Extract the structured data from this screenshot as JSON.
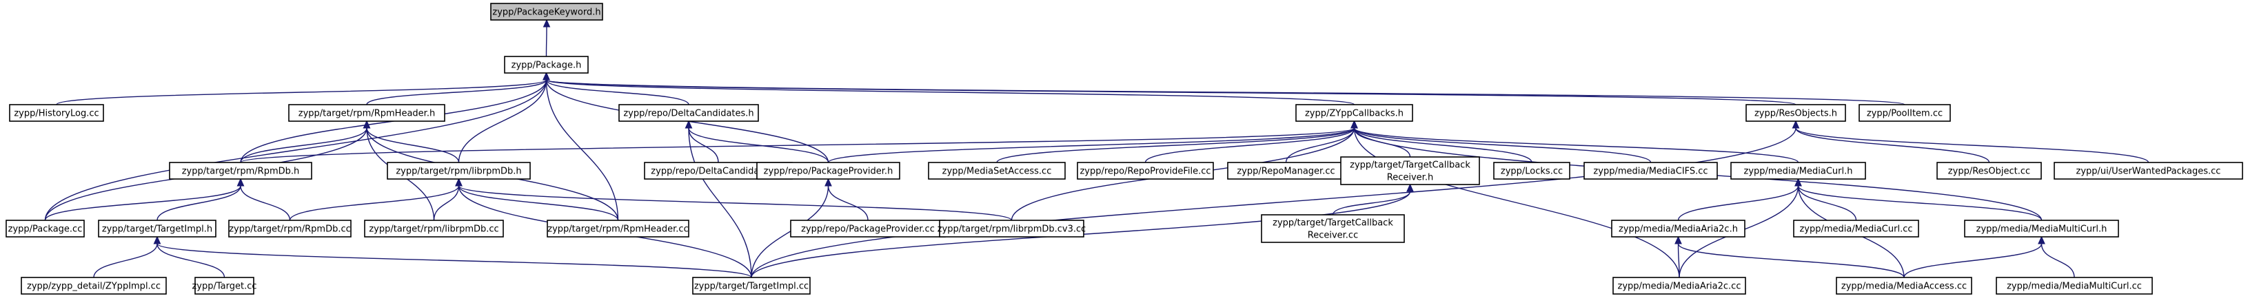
{
  "graph": {
    "nodes": [
      {
        "id": "pkgkw",
        "label": "zypp/PackageKeyword.h",
        "root": true
      },
      {
        "id": "package_h",
        "label": "zypp/Package.h"
      },
      {
        "id": "historylog",
        "label": "zypp/HistoryLog.cc"
      },
      {
        "id": "rpmheader_h",
        "label": "zypp/target/rpm/RpmHeader.h"
      },
      {
        "id": "deltacand_h",
        "label": "zypp/repo/DeltaCandidates.h"
      },
      {
        "id": "zyppcb_h",
        "label": "zypp/ZYppCallbacks.h"
      },
      {
        "id": "resobjects_h",
        "label": "zypp/ResObjects.h"
      },
      {
        "id": "poolitem",
        "label": "zypp/PoolItem.cc"
      },
      {
        "id": "rpmdb_h",
        "label": "zypp/target/rpm/RpmDb.h"
      },
      {
        "id": "librpmdb_h",
        "label": "zypp/target/rpm/librpmDb.h"
      },
      {
        "id": "deltacand_cc",
        "label": "zypp/repo/DeltaCandidates.cc"
      },
      {
        "id": "pkgprovider_h",
        "label": "zypp/repo/PackageProvider.h"
      },
      {
        "id": "mediasetaccess",
        "label": "zypp/MediaSetAccess.cc"
      },
      {
        "id": "repoprovidefile",
        "label": "zypp/repo/RepoProvideFile.cc"
      },
      {
        "id": "repomanager",
        "label": "zypp/RepoManager.cc"
      },
      {
        "id": "targetcb_h",
        "label": [
          "zypp/target/TargetCallback",
          "Receiver.h"
        ]
      },
      {
        "id": "locks",
        "label": "zypp/Locks.cc"
      },
      {
        "id": "mediacifs",
        "label": "zypp/media/MediaCIFS.cc"
      },
      {
        "id": "mediacurl_h",
        "label": "zypp/media/MediaCurl.h"
      },
      {
        "id": "resobject_cc",
        "label": "zypp/ResObject.cc"
      },
      {
        "id": "uwp",
        "label": "zypp/ui/UserWantedPackages.cc"
      },
      {
        "id": "package_cc",
        "label": "zypp/Package.cc"
      },
      {
        "id": "targetimpl_h",
        "label": "zypp/target/TargetImpl.h"
      },
      {
        "id": "rpmdb_cc",
        "label": "zypp/target/rpm/RpmDb.cc"
      },
      {
        "id": "librpmdb_cc",
        "label": "zypp/target/rpm/librpmDb.cc"
      },
      {
        "id": "rpmheader_cc",
        "label": "zypp/target/rpm/RpmHeader.cc"
      },
      {
        "id": "pkgprovider_cc",
        "label": "zypp/repo/PackageProvider.cc"
      },
      {
        "id": "librpmdbcv3",
        "label": "zypp/target/rpm/librpmDb.cv3.cc"
      },
      {
        "id": "targetcb_cc",
        "label": [
          "zypp/target/TargetCallback",
          "Receiver.cc"
        ]
      },
      {
        "id": "mediaaria2c_h",
        "label": "zypp/media/MediaAria2c.h"
      },
      {
        "id": "mediacurl_cc",
        "label": "zypp/media/MediaCurl.cc"
      },
      {
        "id": "mediamulticurl_h",
        "label": "zypp/media/MediaMultiCurl.h"
      },
      {
        "id": "zyppimpl",
        "label": "zypp/zypp_detail/ZYppImpl.cc"
      },
      {
        "id": "target_cc",
        "label": "zypp/Target.cc"
      },
      {
        "id": "targetimpl_cc",
        "label": "zypp/target/TargetImpl.cc"
      },
      {
        "id": "mediaaria2c_cc",
        "label": "zypp/media/MediaAria2c.cc"
      },
      {
        "id": "mediaaccess",
        "label": "zypp/media/MediaAccess.cc"
      },
      {
        "id": "mediamulticurl_cc",
        "label": "zypp/media/MediaMultiCurl.cc"
      }
    ],
    "edges": [
      [
        "package_h",
        "pkgkw"
      ],
      [
        "historylog",
        "package_h"
      ],
      [
        "rpmheader_h",
        "package_h"
      ],
      [
        "deltacand_h",
        "package_h"
      ],
      [
        "zyppcb_h",
        "package_h"
      ],
      [
        "resobjects_h",
        "package_h"
      ],
      [
        "poolitem",
        "package_h"
      ],
      [
        "rpmdb_h",
        "package_h"
      ],
      [
        "librpmdb_h",
        "package_h"
      ],
      [
        "pkgprovider_h",
        "package_h"
      ],
      [
        "package_cc",
        "package_h"
      ],
      [
        "rpmheader_cc",
        "package_h"
      ],
      [
        "rpmdb_h",
        "rpmheader_h"
      ],
      [
        "librpmdb_h",
        "rpmheader_h"
      ],
      [
        "package_cc",
        "rpmheader_h"
      ],
      [
        "librpmdb_cc",
        "rpmheader_h"
      ],
      [
        "rpmheader_cc",
        "rpmheader_h"
      ],
      [
        "deltacand_cc",
        "deltacand_h"
      ],
      [
        "pkgprovider_h",
        "deltacand_h"
      ],
      [
        "targetimpl_cc",
        "deltacand_h"
      ],
      [
        "rpmdb_h",
        "zyppcb_h"
      ],
      [
        "pkgprovider_h",
        "zyppcb_h"
      ],
      [
        "mediasetaccess",
        "zyppcb_h"
      ],
      [
        "repoprovidefile",
        "zyppcb_h"
      ],
      [
        "repomanager",
        "zyppcb_h"
      ],
      [
        "targetcb_h",
        "zyppcb_h"
      ],
      [
        "locks",
        "zyppcb_h"
      ],
      [
        "mediacifs",
        "zyppcb_h"
      ],
      [
        "mediacurl_h",
        "zyppcb_h"
      ],
      [
        "librpmdbcv3",
        "zyppcb_h"
      ],
      [
        "mediaaria2c_cc",
        "zyppcb_h"
      ],
      [
        "mediamulticurl_h",
        "zyppcb_h"
      ],
      [
        "resobject_cc",
        "resobjects_h"
      ],
      [
        "uwp",
        "resobjects_h"
      ],
      [
        "targetimpl_cc",
        "resobjects_h"
      ],
      [
        "package_cc",
        "rpmdb_h"
      ],
      [
        "targetimpl_h",
        "rpmdb_h"
      ],
      [
        "rpmdb_cc",
        "rpmdb_h"
      ],
      [
        "rpmdb_cc",
        "librpmdb_h"
      ],
      [
        "librpmdb_cc",
        "librpmdb_h"
      ],
      [
        "rpmheader_cc",
        "librpmdb_h"
      ],
      [
        "librpmdbcv3",
        "librpmdb_h"
      ],
      [
        "targetimpl_cc",
        "librpmdb_h"
      ],
      [
        "pkgprovider_cc",
        "pkgprovider_h"
      ],
      [
        "targetimpl_cc",
        "pkgprovider_h"
      ],
      [
        "targetcb_cc",
        "targetcb_h"
      ],
      [
        "targetimpl_cc",
        "targetcb_h"
      ],
      [
        "mediaaria2c_h",
        "mediacurl_h"
      ],
      [
        "mediacurl_cc",
        "mediacurl_h"
      ],
      [
        "mediamulticurl_h",
        "mediacurl_h"
      ],
      [
        "mediaaccess",
        "mediacurl_h"
      ],
      [
        "mediaaria2c_cc",
        "mediacurl_h"
      ],
      [
        "zyppimpl",
        "targetimpl_h"
      ],
      [
        "target_cc",
        "targetimpl_h"
      ],
      [
        "targetimpl_cc",
        "targetimpl_h"
      ],
      [
        "mediaaria2c_cc",
        "mediaaria2c_h"
      ],
      [
        "mediaaccess",
        "mediaaria2c_h"
      ],
      [
        "mediaaccess",
        "mediamulticurl_h"
      ],
      [
        "mediamulticurl_cc",
        "mediamulticurl_h"
      ]
    ]
  }
}
